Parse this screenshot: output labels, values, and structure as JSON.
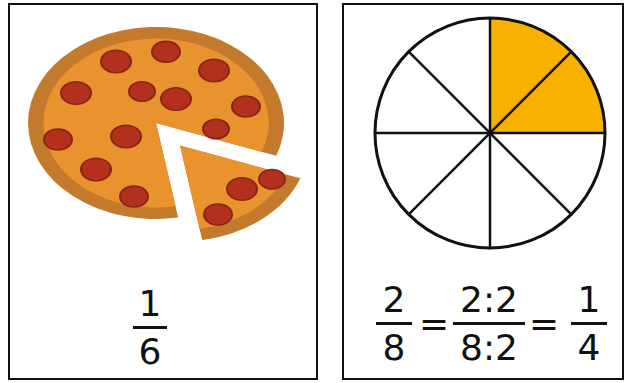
{
  "diagram": {
    "nodes": [
      {
        "text": [
          "1",
          "6"
        ]
      },
      {
        "text": [
          "2",
          "8",
          "=",
          "2:2",
          "8:2",
          "=",
          "1",
          "4"
        ]
      }
    ]
  }
}
